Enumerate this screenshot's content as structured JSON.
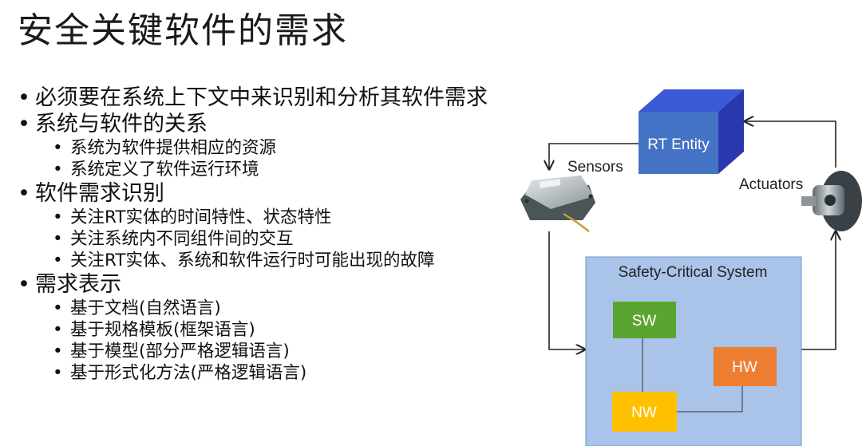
{
  "title": "安全关键软件的需求",
  "bullets": [
    {
      "text": "必须要在系统上下文中来识别和分析其软件需求",
      "sub": []
    },
    {
      "text": "系统与软件的关系",
      "sub": [
        "系统为软件提供相应的资源",
        "系统定义了软件运行环境"
      ]
    },
    {
      "text": "软件需求识别",
      "sub": [
        "关注RT实体的时间特性、状态特性",
        "关注系统内不同组件间的交互",
        "关注RT实体、系统和软件运行时可能出现的故障"
      ]
    },
    {
      "text": "需求表示",
      "sub": [
        "基于文档(自然语言)",
        "基于规格模板(框架语言)",
        "基于模型(部分严格逻辑语言)",
        "基于形式化方法(严格逻辑语言)"
      ]
    }
  ],
  "diagram": {
    "rt_entity": "RT Entity",
    "sensors": "Sensors",
    "actuators": "Actuators",
    "system": "Safety-Critical System",
    "sw": "SW",
    "hw": "HW",
    "nw": "NW",
    "colors": {
      "rt_front": "#4472c4",
      "rt_top": "#3d5fd8",
      "rt_side": "#2d3fb8",
      "system_fill": "#a9c4e8",
      "system_border": "#6d93c8",
      "sw": "#5aa52f",
      "hw": "#ed7d31",
      "nw": "#ffc000"
    }
  }
}
